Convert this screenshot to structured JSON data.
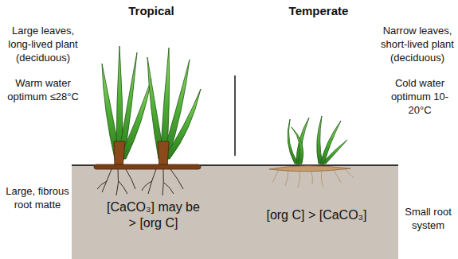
{
  "diagram": {
    "nodes": [
      {
        "text": [
          "[CaCO₃] may be > [org C]"
        ]
      },
      {
        "text": [
          "[org C] > [CaCO₃]"
        ]
      }
    ],
    "labels": [
      "Tropical",
      "Temperate",
      "Large leaves, long-lived plant (deciduous)",
      "Warm water optimum ≤28°C",
      "Large, fibrous root matte",
      "Narrow leaves, short-lived plant (deciduous)",
      "Cold water optimum 10-20°C",
      "Small root system"
    ]
  }
}
